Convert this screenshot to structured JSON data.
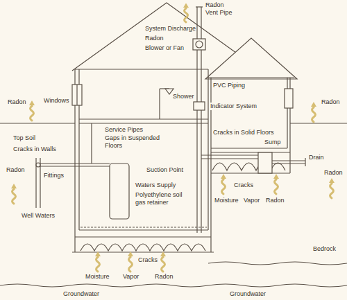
{
  "diagram": {
    "labels": [
      "Radon Vent Pipe",
      "System Discharge",
      "Radon",
      "Blower or Fan",
      "PVC Piping",
      "Radon",
      "Windows",
      "Shower",
      "Indicator System",
      "Radon",
      "Service Pipes",
      "Gaps in Suspended Floors",
      "Cracks in Solid Floors",
      "Top Soil",
      "Sump",
      "Cracks in Walls",
      "Suction Point",
      "Drain",
      "Radon",
      "Radon",
      "Fittings",
      "Waters Supply",
      "Cracks",
      "Polyethylene soil gas retainer",
      "Moisture",
      "Vapor",
      "Radon",
      "Well Waters",
      "Bedrock",
      "Cracks",
      "Moisture",
      "Vapor",
      "Radon",
      "Groundwater",
      "Groundwater"
    ]
  }
}
